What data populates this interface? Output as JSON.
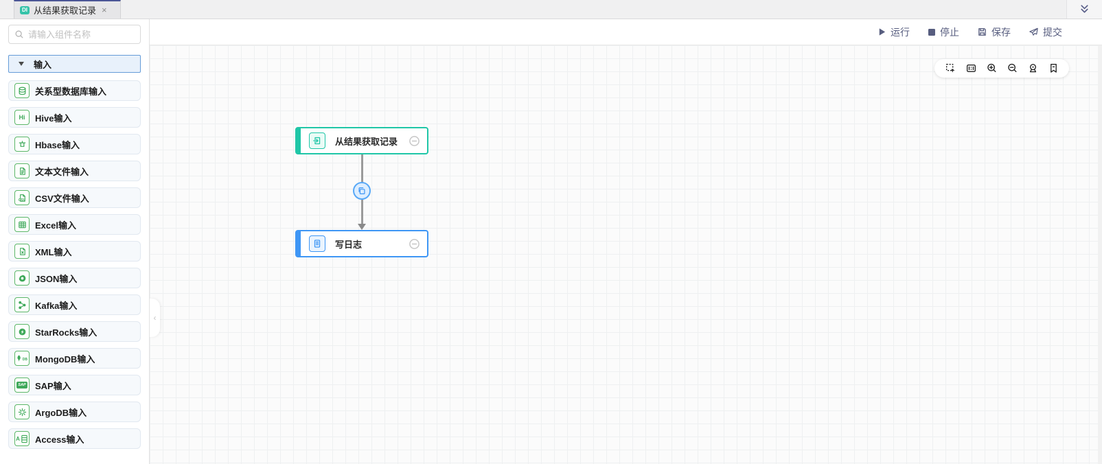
{
  "tab_bar": {
    "tab": {
      "badge": "DI",
      "title": "从结果获取记录",
      "close": "×"
    }
  },
  "toolbar": {
    "run_label": "运行",
    "stop_label": "停止",
    "save_label": "保存",
    "submit_label": "提交"
  },
  "sidebar": {
    "search_placeholder": "请输入组件名称",
    "section_label": "输入",
    "items": [
      {
        "label": "关系型数据库输入",
        "icon": "database-icon"
      },
      {
        "label": "Hive输入",
        "icon": "hive-icon",
        "glyph": "Hi"
      },
      {
        "label": "Hbase输入",
        "icon": "hbase-icon"
      },
      {
        "label": "文本文件输入",
        "icon": "text-file-icon"
      },
      {
        "label": "CSV文件输入",
        "icon": "csv-file-icon",
        "glyph": "CSV"
      },
      {
        "label": "Excel输入",
        "icon": "excel-icon"
      },
      {
        "label": "XML输入",
        "icon": "xml-file-icon"
      },
      {
        "label": "JSON输入",
        "icon": "json-icon"
      },
      {
        "label": "Kafka输入",
        "icon": "kafka-icon"
      },
      {
        "label": "StarRocks输入",
        "icon": "starrocks-icon"
      },
      {
        "label": "MongoDB输入",
        "icon": "mongodb-icon",
        "glyph": "DB"
      },
      {
        "label": "SAP输入",
        "icon": "sap-icon",
        "glyph": "SAP"
      },
      {
        "label": "ArgoDB输入",
        "icon": "argodb-icon"
      },
      {
        "label": "Access输入",
        "icon": "access-icon",
        "glyph": "A"
      }
    ]
  },
  "canvas": {
    "nodes": [
      {
        "title": "从结果获取记录",
        "accent": "#1fc6a7",
        "icon": "result-records-icon"
      },
      {
        "title": "写日志",
        "accent": "#3e96f5",
        "icon": "write-log-icon"
      }
    ],
    "edge": {
      "icon": "copy-icon"
    },
    "toolbar_icons": [
      "marquee-select-icon",
      "minimap-icon",
      "zoom-in-icon",
      "zoom-out-icon",
      "locate-icon",
      "bookmark-icon"
    ]
  },
  "colors": {
    "node_teal": "#1fc6a7",
    "node_blue": "#3e96f5",
    "sidebar_icon_green": "#3fa95a",
    "tab_accent": "#4a5596",
    "toolbar_text": "#575d7f",
    "badge_teal": "#35c3a9"
  }
}
